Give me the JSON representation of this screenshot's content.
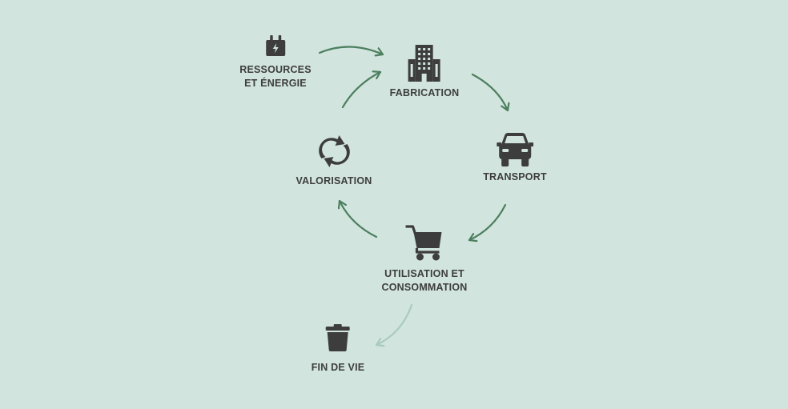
{
  "colors": {
    "background": "#d1e4de",
    "arrow": "#4d7f5f",
    "arrow_faded": "#a9cbbd",
    "icon": "#3d3d3d",
    "text": "#3d3d3d"
  },
  "nodes": {
    "ressources": {
      "icon": "battery-plug-icon",
      "line1": "RESSOURCES",
      "line2": "ET ÉNERGIE"
    },
    "fabrication": {
      "icon": "building-icon",
      "line1": "FABRICATION"
    },
    "transport": {
      "icon": "car-icon",
      "line1": "TRANSPORT"
    },
    "utilisation": {
      "icon": "shopping-cart-icon",
      "line1": "UTILISATION ET",
      "line2": "CONSOMMATION"
    },
    "valorisation": {
      "icon": "recycle-icon",
      "line1": "VALORISATION"
    },
    "fin_de_vie": {
      "icon": "trash-icon",
      "line1": "FIN DE VIE"
    }
  }
}
